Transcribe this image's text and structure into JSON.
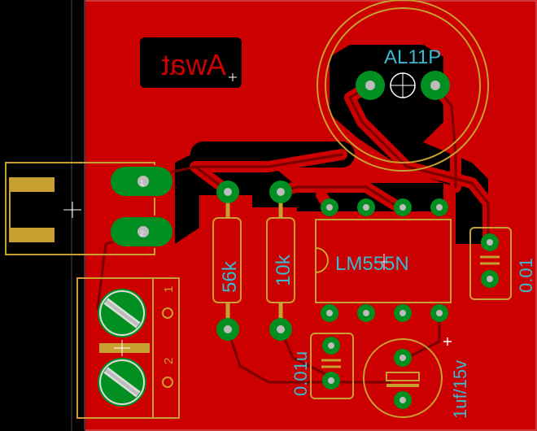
{
  "board": {
    "mirrored_text": "Awat",
    "colors": {
      "background": "#000000",
      "copper": "#cc0000",
      "pad": "#008f20",
      "silkscreen": "#c8a030",
      "label": "#3cb8d0",
      "hole": "#bcbcbc",
      "trace_dark": "#7a0000"
    }
  },
  "components": {
    "ic": {
      "name": "LM555N"
    },
    "potentiometer": {
      "name": "AL11P"
    },
    "resistor_a": {
      "value": "56k"
    },
    "resistor_b": {
      "value": "10k"
    },
    "cap_right": {
      "value": "0.01"
    },
    "cap_left": {
      "value": "0.01u"
    },
    "cap_electrolytic": {
      "value": "1uf/15v"
    },
    "terminal_block": {
      "pin_labels": [
        "1",
        "2"
      ]
    },
    "connector": {
      "pin_labels": [
        "1",
        "2"
      ]
    }
  },
  "icons": {
    "crosshair": "crosshair-icon",
    "screw": "screw-icon",
    "polarity": "polarity-plus-icon"
  }
}
